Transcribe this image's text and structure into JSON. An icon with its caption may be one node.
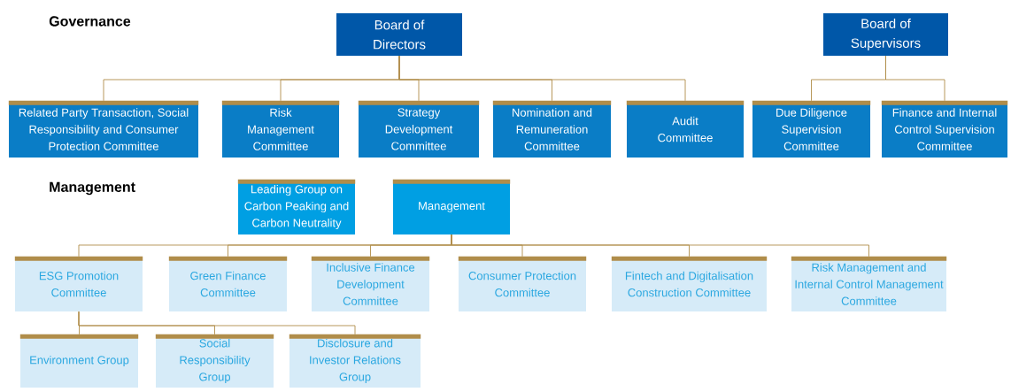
{
  "diagram": {
    "nodes": [
      {
        "text": [
          "Board of Directors"
        ]
      },
      {
        "text": [
          "Board of Supervisors"
        ]
      },
      {
        "text": [
          "Related Party Transaction, Social Responsibility and Consumer Protection Committee"
        ]
      },
      {
        "text": [
          "Risk Management Committee"
        ]
      },
      {
        "text": [
          "Strategy Development Committee"
        ]
      },
      {
        "text": [
          "Nomination and Remuneration Committee"
        ]
      },
      {
        "text": [
          "Audit Committee"
        ]
      },
      {
        "text": [
          "Due Diligence Supervision Committee"
        ]
      },
      {
        "text": [
          "Finance and Internal Control Supervision Committee"
        ]
      },
      {
        "text": [
          "Leading Group on Carbon Peaking and Carbon Neutrality"
        ]
      },
      {
        "text": [
          "Management"
        ]
      },
      {
        "text": [
          "ESG Promotion Committee"
        ]
      },
      {
        "text": [
          "Green Finance Committee"
        ]
      },
      {
        "text": [
          "Inclusive Finance Development Committee"
        ]
      },
      {
        "text": [
          "Consumer Protection Committee"
        ]
      },
      {
        "text": [
          "Fintech and Digitalisation Construction Committee"
        ]
      },
      {
        "text": [
          "Risk Management and Internal Control Management Committee"
        ]
      },
      {
        "text": [
          "Environment Group"
        ]
      },
      {
        "text": [
          "Social Responsibility Group"
        ]
      },
      {
        "text": [
          "Disclosure and Investor Relations Group"
        ]
      }
    ],
    "edges": [
      {
        "from": 0,
        "to": 2,
        "arrow": "none"
      },
      {
        "from": 0,
        "to": 3,
        "arrow": "none"
      },
      {
        "from": 0,
        "to": 4,
        "arrow": "none"
      },
      {
        "from": 0,
        "to": 5,
        "arrow": "none"
      },
      {
        "from": 0,
        "to": 6,
        "arrow": "none"
      },
      {
        "from": 1,
        "to": 7,
        "arrow": "none"
      },
      {
        "from": 1,
        "to": 8,
        "arrow": "none"
      },
      {
        "from": 10,
        "to": 11,
        "arrow": "none"
      },
      {
        "from": 10,
        "to": 12,
        "arrow": "none"
      },
      {
        "from": 10,
        "to": 13,
        "arrow": "none"
      },
      {
        "from": 10,
        "to": 14,
        "arrow": "none"
      },
      {
        "from": 10,
        "to": 15,
        "arrow": "none"
      },
      {
        "from": 10,
        "to": 16,
        "arrow": "none"
      },
      {
        "from": 11,
        "to": 17,
        "arrow": "none"
      },
      {
        "from": 11,
        "to": 18,
        "arrow": "none"
      },
      {
        "from": 11,
        "to": 19,
        "arrow": "none"
      }
    ],
    "labels": [
      "Governance",
      "Management"
    ]
  }
}
